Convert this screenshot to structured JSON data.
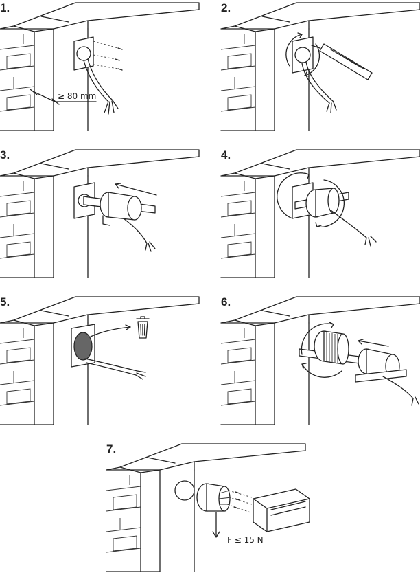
{
  "steps": [
    {
      "number": "1."
    },
    {
      "number": "2."
    },
    {
      "number": "3."
    },
    {
      "number": "4."
    },
    {
      "number": "5."
    },
    {
      "number": "6."
    },
    {
      "number": "7."
    }
  ],
  "labels": {
    "min_distance": "≥ 80 mm",
    "max_force": "F ≤ 15 N"
  },
  "icons": {
    "trash": "trash-can-icon",
    "screwdriver": "screwdriver-icon",
    "camera": "camera-icon"
  }
}
